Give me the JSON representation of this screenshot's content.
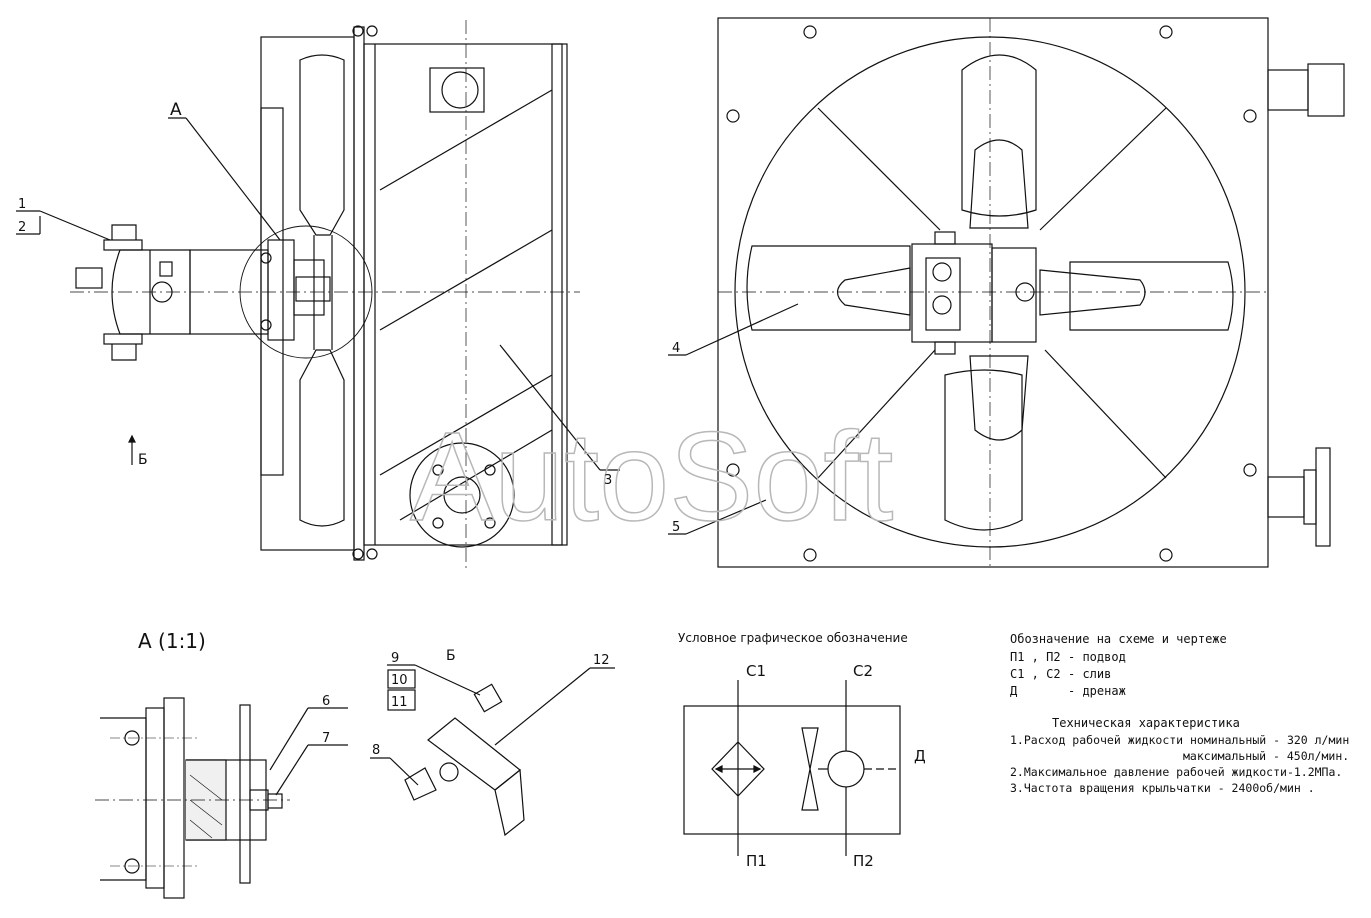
{
  "watermark": "AutoSoft",
  "callouts": {
    "c1": "1",
    "c2": "2",
    "c3": "3",
    "c4": "4",
    "c5": "5",
    "c6": "6",
    "c7": "7",
    "c8": "8",
    "c9": "9",
    "c10": "10",
    "c11": "11",
    "c12": "12"
  },
  "labels": {
    "view_a_marker": "А",
    "view_b_marker": "Б",
    "detail_a_title": "А (1:1)",
    "view_b_title": "Б"
  },
  "symbol": {
    "title": "Условное графическое обозначение",
    "c1": "С1",
    "c2": "С2",
    "p1": "П1",
    "p2": "П2",
    "d": "Д"
  },
  "legend": {
    "title": "Обозначение на схеме и чертеже",
    "rows": [
      {
        "key": "П1 , П2",
        "value": "- подвод"
      },
      {
        "key": "С1 , С2",
        "value": "- слив"
      },
      {
        "key": "Д",
        "value": "- дренаж"
      }
    ]
  },
  "specs": {
    "title": "Техническая характеристика",
    "lines": [
      "1.Расход рабочей жидкости номинальный - 320 л/мин",
      "максимальный - 450л/мин.",
      "2.Максимальное давление рабочей жидкости-1.2МПа.",
      "3.Частота вращения крыльчатки - 2400об/мин ."
    ]
  }
}
